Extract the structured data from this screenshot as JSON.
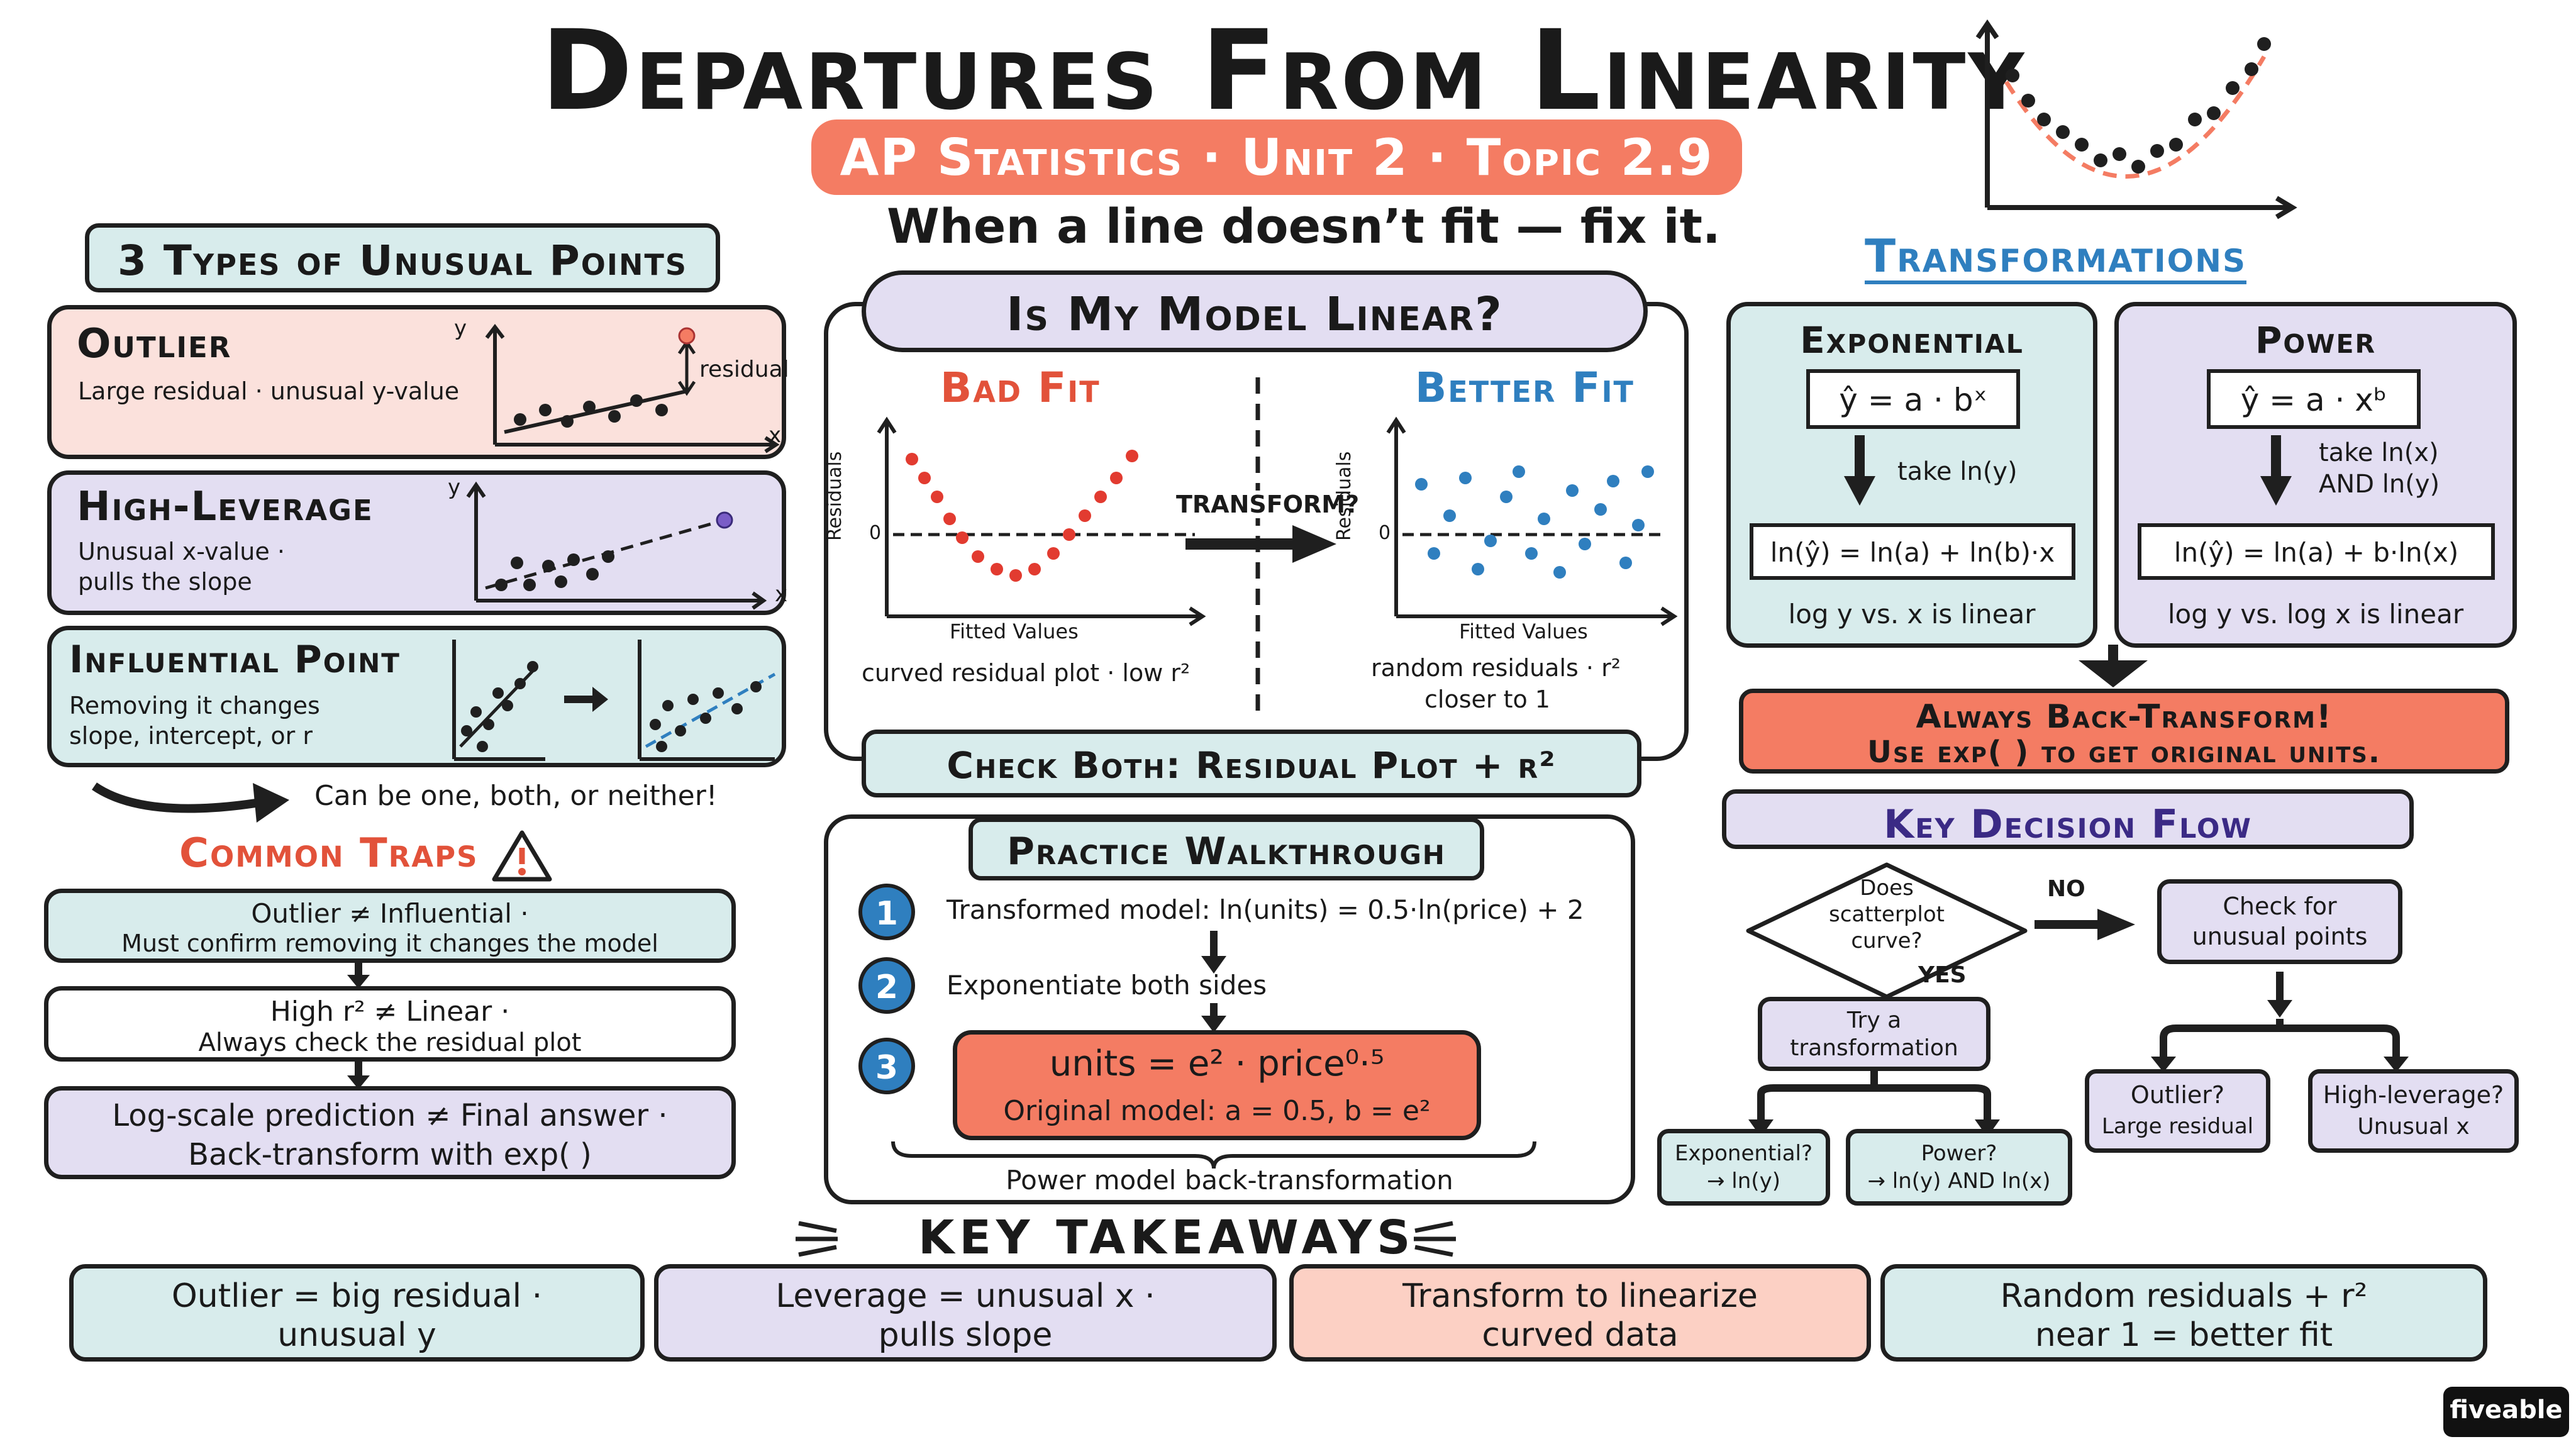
{
  "header": {
    "title": "Departures From Linearity",
    "subtitle": "AP Statistics · Unit 2 · Topic 2.9",
    "tagline": "When a line doesn’t fit — fix it."
  },
  "unusual": {
    "heading": "3 Types of Unusual Points",
    "outlier": {
      "title": "Outlier",
      "desc": "Large residual · unusual y-value",
      "plot_x": "x",
      "plot_y": "y",
      "residual_label": "residual"
    },
    "leverage": {
      "title": "High-Leverage",
      "desc1": "Unusual x-value ·",
      "desc2": "pulls the slope",
      "plot_x": "x",
      "plot_y": "y"
    },
    "influential": {
      "title": "Influential Point",
      "desc1": "Removing it changes",
      "desc2": "slope, intercept, or r"
    },
    "note": "Can be one, both, or neither!"
  },
  "traps": {
    "heading": "Common Traps",
    "items": [
      {
        "line1": "Outlier ≠ Influential ·",
        "line2": "Must confirm removing it changes the model"
      },
      {
        "line1": "High r² ≠ Linear ·",
        "line2": "Always check the residual plot"
      },
      {
        "line1": "Log-scale prediction ≠ Final answer ·",
        "line2": "Back-transform with exp( )"
      }
    ]
  },
  "model": {
    "heading": "Is My Model Linear?",
    "bad_title": "Bad Fit",
    "better_title": "Better Fit",
    "ylabel": "Residuals",
    "xlabel": "Fitted Values",
    "zero": "0",
    "transform_label": "TRANSFORM?",
    "bad_caption": "curved residual plot · low r²",
    "better_caption1": "random residuals · r²",
    "better_caption2": "closer to 1",
    "check_both": "Check Both: Residual Plot + r²"
  },
  "practice": {
    "heading": "Practice Walkthrough",
    "steps": [
      {
        "num": "1",
        "text": "Transformed model:  ln(units) = 0.5·ln(price) + 2"
      },
      {
        "num": "2",
        "text": "Exponentiate both sides"
      },
      {
        "num": "3",
        "result1": "units = e² · price⁰·⁵",
        "result2": "Original model:  a = 0.5, b = e²"
      }
    ],
    "brace_caption": "Power model back-transformation"
  },
  "transformations": {
    "heading": "Transformations",
    "exponential": {
      "title": "Exponential",
      "formula": "ŷ = a · bˣ",
      "step": "take ln(y)",
      "linear": "ln(ŷ) = ln(a) + ln(b)·x",
      "note": "log y vs. x is linear"
    },
    "power": {
      "title": "Power",
      "formula": "ŷ = a · xᵇ",
      "step1": "take ln(x)",
      "step2": "AND ln(y)",
      "linear": "ln(ŷ) = ln(a) + b·ln(x)",
      "note": "log y vs. log x is linear"
    },
    "back1": "Always Back-Transform!",
    "back2": "Use exp( ) to get original units."
  },
  "flow": {
    "heading": "Key Decision Flow",
    "decision1": "Does",
    "decision2": "scatterplot",
    "decision3": "curve?",
    "no": "NO",
    "yes": "YES",
    "check1": "Check for",
    "check2": "unusual points",
    "try1": "Try a",
    "try2": "transformation",
    "exp1": "Exponential?",
    "exp2": "→ ln(y)",
    "pow1": "Power?",
    "pow2": "→ ln(y) AND ln(x)",
    "out1": "Outlier?",
    "out2": "Large residual",
    "lev1": "High-leverage?",
    "lev2": "Unusual x"
  },
  "takeaways": {
    "heading": "KEY TAKEAWAYS",
    "items": [
      {
        "line1": "Outlier = big residual ·",
        "line2": "unusual y"
      },
      {
        "line1": "Leverage = unusual x ·",
        "line2": "pulls slope"
      },
      {
        "line1": "Transform to linearize",
        "line2": "curved data"
      },
      {
        "line1": "Random residuals + r²",
        "line2": "near 1 = better fit"
      }
    ]
  },
  "brand": "fiveable",
  "colors": {
    "coral": "#f47c63",
    "teal": "#d8ecec",
    "lavender": "#e3def2",
    "peach": "#fbe1dc",
    "blue": "#2f7fbf",
    "red": "#e23b30"
  }
}
